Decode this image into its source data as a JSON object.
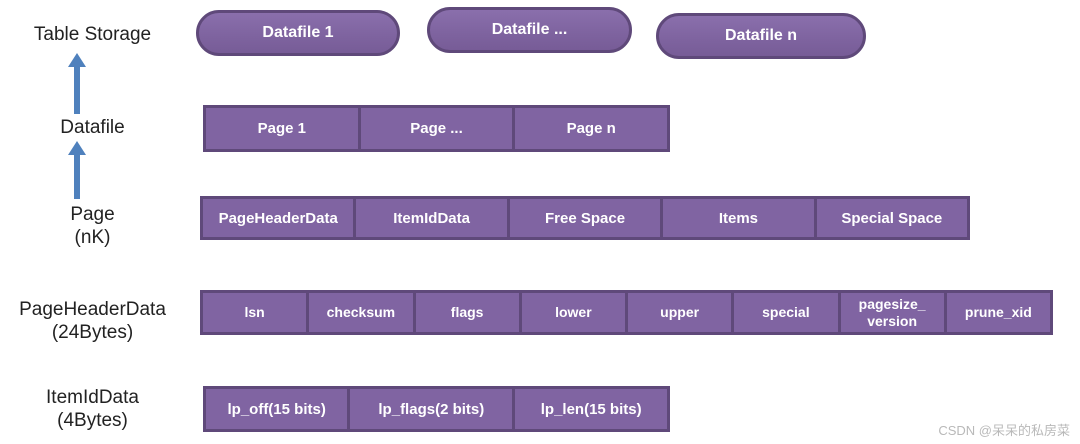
{
  "side_labels": [
    "Table Storage",
    "Datafile",
    "Page\n(nK)",
    "PageHeaderData\n(24Bytes)",
    "ItemIdData\n(4Bytes)"
  ],
  "datafile_pills": [
    "Datafile 1",
    "Datafile ...",
    "Datafile n"
  ],
  "page_row": [
    "Page 1",
    "Page ...",
    "Page n"
  ],
  "page_structure_row": [
    "PageHeaderData",
    "ItemIdData",
    "Free Space",
    "Items",
    "Special Space"
  ],
  "page_header_row": [
    "lsn",
    "checksum",
    "flags",
    "lower",
    "upper",
    "special",
    "pagesize_\nversion",
    "prune_xid"
  ],
  "item_id_row": [
    "lp_off(15 bits)",
    "lp_flags(2 bits)",
    "lp_len(15 bits)"
  ],
  "watermark": "CSDN @呆呆的私房菜",
  "colors": {
    "box_fill": "#8064A2",
    "box_border": "#5F497A",
    "arrow": "#4F81BD",
    "label_text": "#222222",
    "cell_text": "#FFFFFF",
    "watermark_text": "#B9B9B9"
  }
}
